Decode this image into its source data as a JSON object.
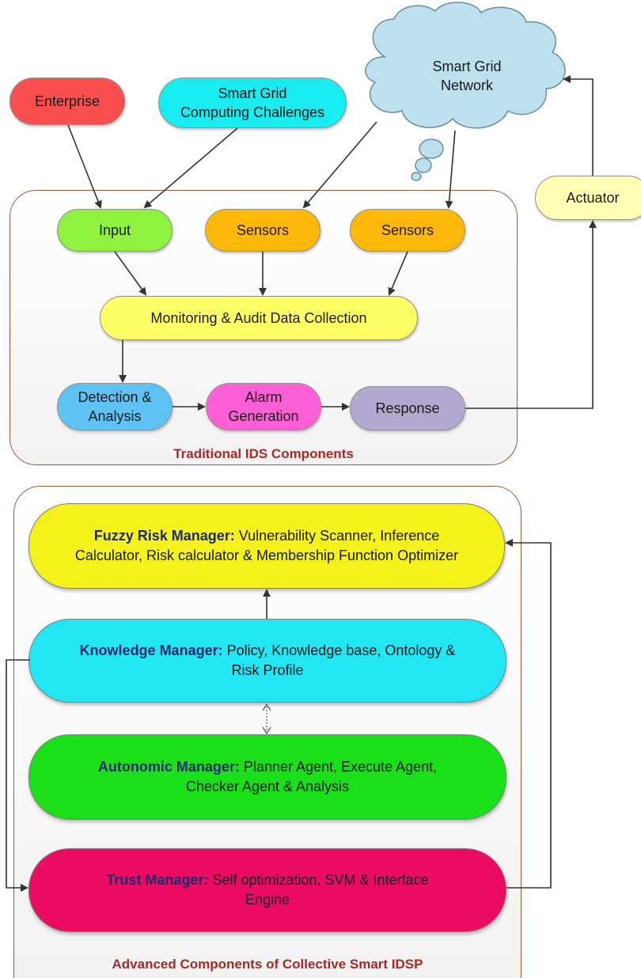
{
  "nodes": {
    "enterprise": "Enterprise",
    "challenges": [
      "Smart Grid",
      "Computing Challenges"
    ],
    "network": [
      "Smart Grid",
      "Network"
    ],
    "actuator": "Actuator",
    "input": "Input",
    "sensors_1": "Sensors",
    "sensors_2": "Sensors",
    "monitoring": "Monitoring & Audit Data Collection",
    "detection": [
      "Detection &",
      "Analysis"
    ],
    "alarm": [
      "Alarm",
      "Generation"
    ],
    "response": "Response"
  },
  "traditional_caption": "Traditional IDS Components",
  "advanced_caption": "Advanced Components of Collective Smart IDSP",
  "managers": {
    "fuzzy": {
      "title": "Fuzzy Risk Manager:",
      "line1": " Vulnerability Scanner, Inference",
      "line2": "Calculator, Risk calculator & Membership Function Optimizer"
    },
    "knowledge": {
      "title": "Knowledge Manager:",
      "line1": " Policy, Knowledge base, Ontology &",
      "line2": "Risk Profile"
    },
    "autonomic": {
      "title": "Autonomic Manager:",
      "line1": " Planner Agent, Execute Agent,",
      "line2": "Checker Agent & Analysis"
    },
    "trust": {
      "title": "Trust Manager:",
      "line1": " Self optimization, SVM & Interface",
      "line2": "Engine"
    }
  },
  "colors": {
    "enterprise": "#fb4f4f",
    "challenges": "#19ecf0",
    "cloud": "#bde0ee",
    "actuator": "#ffffb3",
    "input": "#8ef23e",
    "sensors": "#ffb807",
    "monitoring": "#ffff66",
    "detection": "#5ec2f5",
    "alarm": "#ff5fd6",
    "response": "#b3a8cf",
    "fuzzy": "#f4f21a",
    "knowledge": "#22e6f4",
    "autonomic": "#19e019",
    "trust": "#ec0b63",
    "frame_border": "#9a5a3a",
    "caption": "#a52a2a",
    "title_text": "#1f2a6b"
  }
}
